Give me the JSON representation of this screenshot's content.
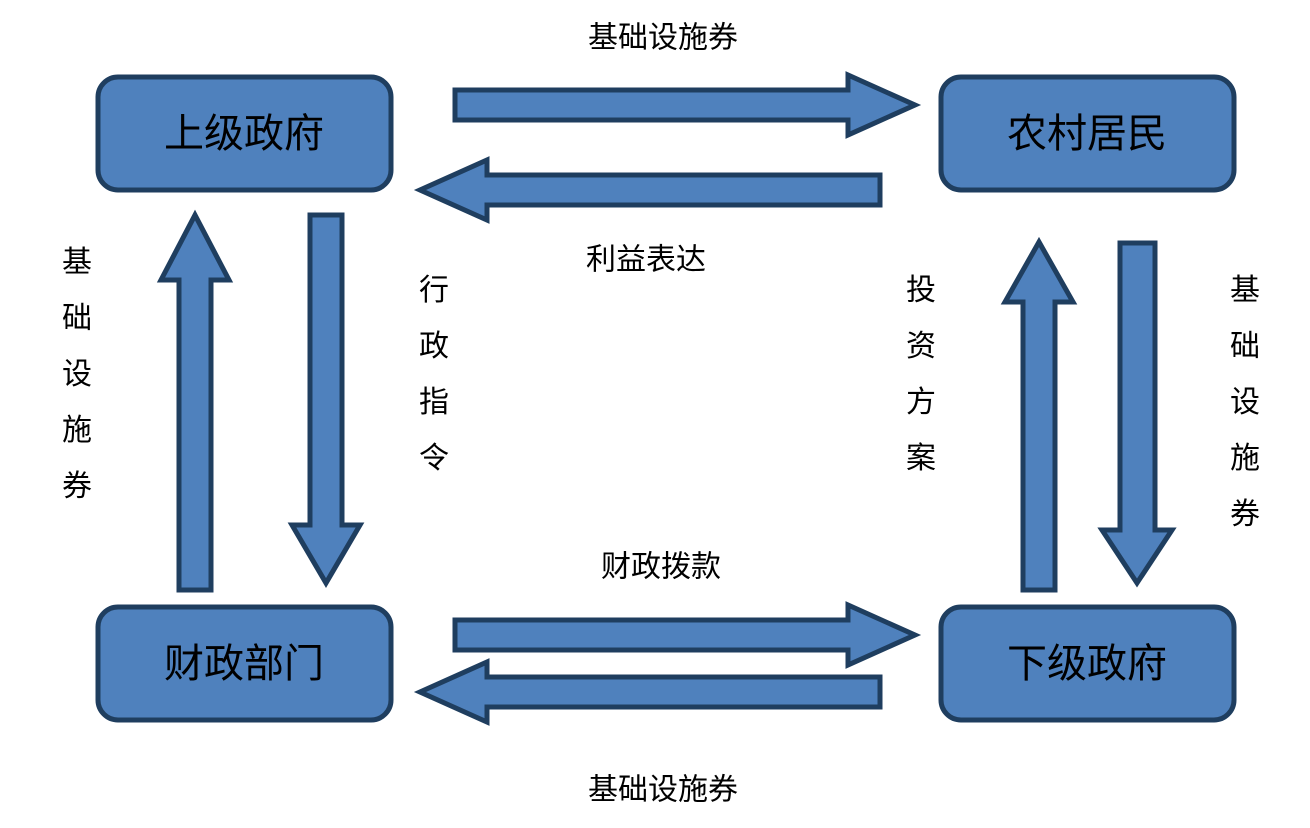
{
  "diagram": {
    "nodes": {
      "upper_gov": "上级政府",
      "rural_residents": "农村居民",
      "finance_dept": "财政部门",
      "lower_gov": "下级政府"
    },
    "edges": {
      "top_right": "基础设施券",
      "top_left": "利益表达",
      "left_up": "基础设施券",
      "left_down": "行政指令",
      "right_up": "投资方案",
      "right_down": "基础设施券",
      "bottom_right": "财政拨款",
      "bottom_left": "基础设施券"
    }
  },
  "colors": {
    "node_fill": "#4f81bd",
    "node_stroke": "#1f3e5f",
    "arrow_fill": "#4f81bd",
    "arrow_stroke": "#1f3e5f"
  }
}
